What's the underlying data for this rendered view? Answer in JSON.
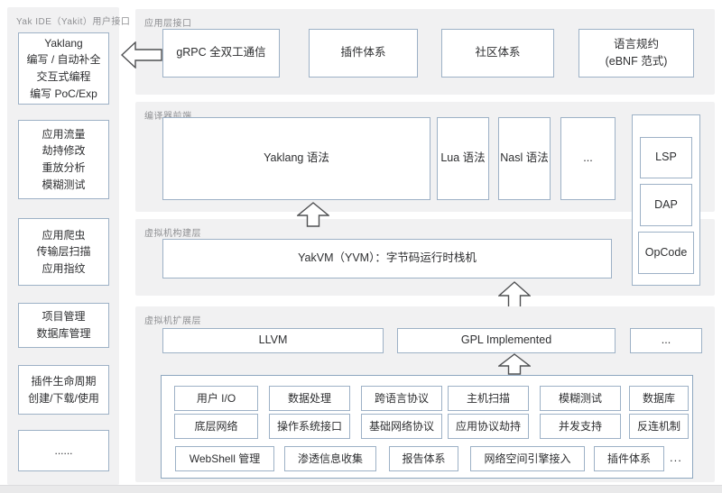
{
  "colors": {
    "panel_bg": "#f1f1f2",
    "box_border": "#9db1c6",
    "text": "#2e2f31",
    "label": "#8f9093"
  },
  "sidebar": {
    "label": "Yak IDE（Yakit）用户接口",
    "boxes": [
      "Yaklang\n编写 / 自动补全\n交互式编程\n编写 PoC/Exp",
      "应用流量\n劫持修改\n重放分析\n模糊测试",
      "应用爬虫\n传输层扫描\n应用指纹",
      "项目管理\n数据库管理",
      "插件生命周期\n创建/下载/使用",
      "......"
    ]
  },
  "app_layer": {
    "label": "应用层接口",
    "boxes": [
      "gRPC 全双工通信",
      "插件体系",
      "社区体系",
      "语言规约\n(eBNF 范式)"
    ]
  },
  "compiler": {
    "label": "编译器前端",
    "boxes": [
      "Yaklang 语法",
      "Lua 语法",
      "Nasl 语法",
      "..."
    ]
  },
  "protocols": {
    "boxes": [
      "LSP",
      "DAP",
      "OpCode"
    ]
  },
  "vm_build": {
    "label": "虚拟机构建层",
    "box": "YakVM（YVM）：字节码运行时栈机"
  },
  "vm_ext": {
    "label": "虚拟机扩展层",
    "boxes": [
      "LLVM",
      "GPL Implemented",
      "..."
    ]
  },
  "core_grid": {
    "rows": [
      [
        "用户 I/O",
        "数据处理",
        "跨语言协议",
        "主机扫描",
        "模糊测试",
        "数据库"
      ],
      [
        "底层网络",
        "操作系统接口",
        "基础网络协议",
        "应用协议劫持",
        "并发支持",
        "反连机制"
      ],
      [
        "WebShell 管理",
        "渗透信息收集",
        "报告体系",
        "网络空间引擎接入",
        "插件体系"
      ]
    ],
    "ellipsis": "..."
  }
}
